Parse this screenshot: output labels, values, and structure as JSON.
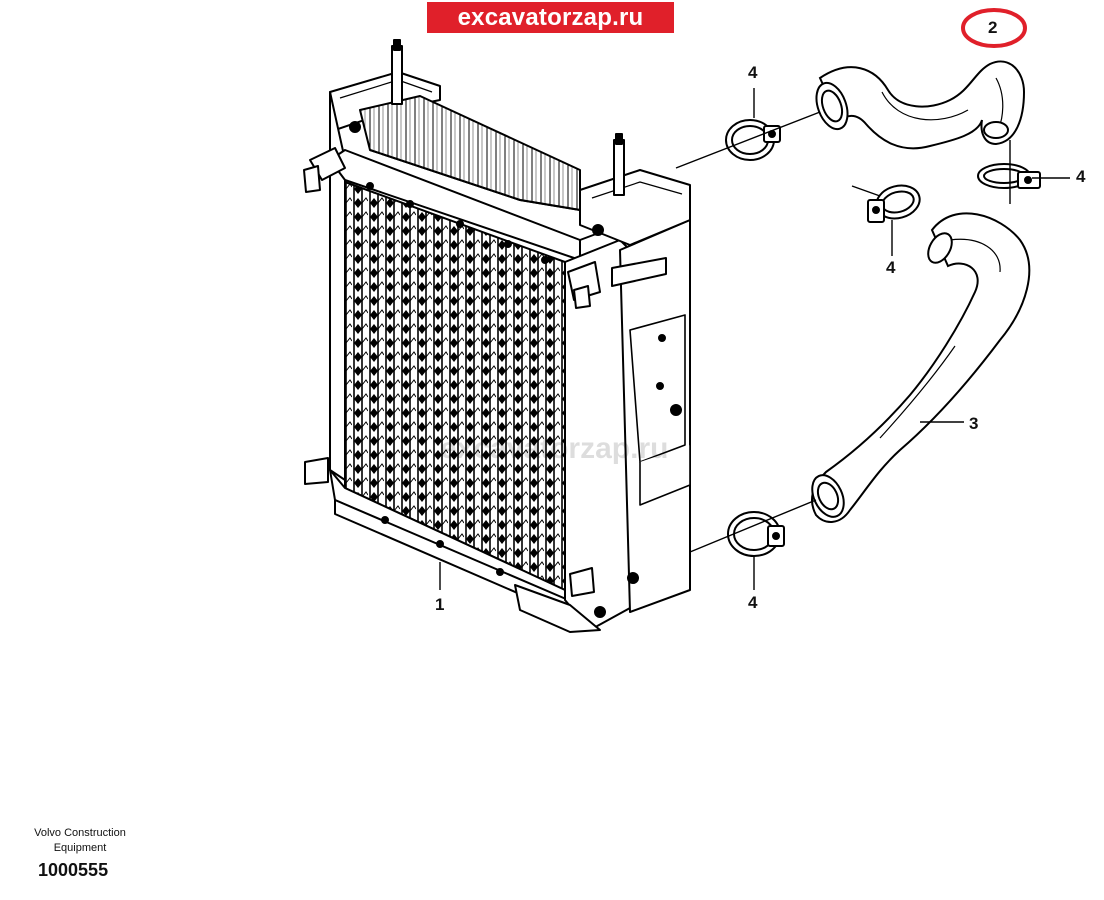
{
  "header": {
    "site_label": "excavatorzap.ru",
    "banner_color": "#e0202a",
    "highlight_color": "#e0202a"
  },
  "watermark": "excavatorzap.ru",
  "callouts": {
    "radiator": "1",
    "upper_hose": "2",
    "lower_hose": "3",
    "clamp": "4"
  },
  "footer": {
    "brand_line1": "Volvo Construction",
    "brand_line2": "Equipment",
    "document_number": "1000555"
  },
  "icons": [
    "radiator",
    "hose",
    "hose-clamp"
  ]
}
